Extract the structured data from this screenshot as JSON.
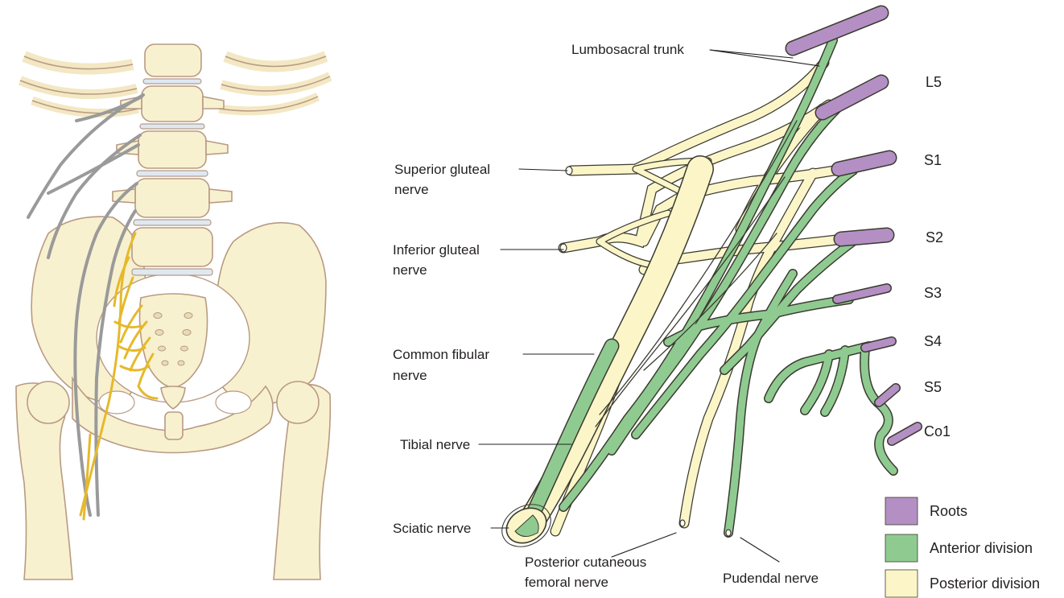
{
  "colors": {
    "roots": "#b48fc4",
    "anterior": "#8fcb91",
    "posterior": "#fbf5c8",
    "outline": "#4a4a3a",
    "bone": "#f8f1cf",
    "bone_outline": "#b89a83",
    "lumbar_nerve_gray": "#9a9a9a",
    "sacral_plexus_yellow": "#e6b92a"
  },
  "labels": {
    "lumbosacral_trunk": "Lumbosacral trunk",
    "superior_gluteal_line1": "Superior gluteal",
    "superior_gluteal_line2": "nerve",
    "inferior_gluteal_line1": "Inferior gluteal",
    "inferior_gluteal_line2": "nerve",
    "common_fibular_line1": "Common fibular",
    "common_fibular_line2": "nerve",
    "tibial": "Tibial nerve",
    "sciatic": "Sciatic nerve",
    "posterior_cutaneous_line1": "Posterior cutaneous",
    "posterior_cutaneous_line2": "femoral nerve",
    "pudendal": "Pudendal nerve"
  },
  "roots": {
    "l5": "L5",
    "s1": "S1",
    "s2": "S2",
    "s3": "S3",
    "s4": "S4",
    "s5": "S5",
    "co1": "Co1"
  },
  "legend": [
    {
      "label": "Roots",
      "color": "#b48fc4"
    },
    {
      "label": "Anterior division",
      "color": "#8fcb91"
    },
    {
      "label": "Posterior division",
      "color": "#fbf5c8"
    }
  ]
}
